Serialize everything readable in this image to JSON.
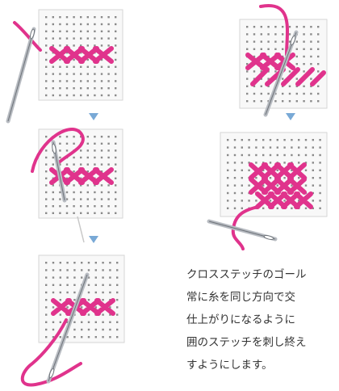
{
  "instructions": {
    "lines": [
      "クロスステッチのゴール",
      "常に糸を同じ方向で交",
      "仕上がりになるように",
      "囲のステッチを刺し終え",
      "すようにします。"
    ]
  },
  "colors": {
    "thread": "#e0338c",
    "fabric": "#f8f8f8",
    "fabric_border": "#d6d6d6",
    "holes": "#8a8a8a",
    "needle": "#b8bcc2",
    "arrow": "#79a9d6",
    "text": "#333333"
  }
}
